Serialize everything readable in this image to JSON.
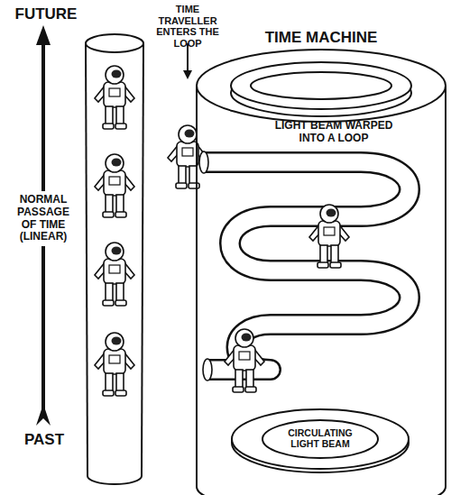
{
  "diagram": {
    "nodes": [
      {
        "text": [
          "TIME MACHINE",
          "LIGHT BEAM WARPED INTO A LOOP"
        ]
      },
      {
        "text": [
          "CIRCULATING LIGHT BEAM"
        ],
        "in": 0
      }
    ],
    "labels": [
      "FUTURE",
      "NORMAL PASSAGE OF TIME (LINEAR)",
      "PAST",
      "TIME TRAVELLER ENTERS THE LOOP"
    ]
  }
}
